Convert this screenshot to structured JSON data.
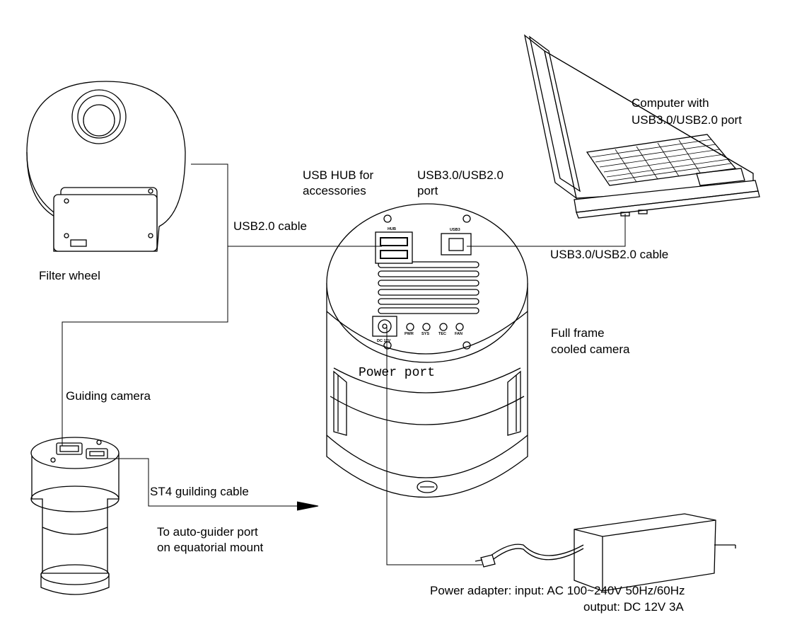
{
  "labels": {
    "filter_wheel": "Filter wheel",
    "usb2_cable": "USB2.0 cable",
    "guiding_camera": "Guiding camera",
    "st4_cable": "ST4 guilding cable",
    "to_autoguider_1": "To auto-guider port",
    "to_autoguider_2": "on equatorial mount",
    "usb_hub_1": "USB HUB for",
    "usb_hub_2": "accessories",
    "usb3_port_1": "USB3.0/USB2.0",
    "usb3_port_2": "port",
    "computer_1": "Computer with",
    "computer_2": "USB3.0/USB2.0 port",
    "usb3_cable": "USB3.0/USB2.0 cable",
    "full_frame_1": "Full frame",
    "full_frame_2": "cooled camera",
    "power_port": "Power port",
    "power_adapter_1": "Power adapter: input:   AC 100~240V 50Hz/60Hz",
    "power_adapter_2": "output: DC 12V 3A"
  },
  "panel_text": {
    "hub": "HUB",
    "usb3": "USB3",
    "dc12v": "DC 12V",
    "pwr": "PWR",
    "sys": "SYS",
    "tec": "TEC",
    "fan": "FAN"
  }
}
